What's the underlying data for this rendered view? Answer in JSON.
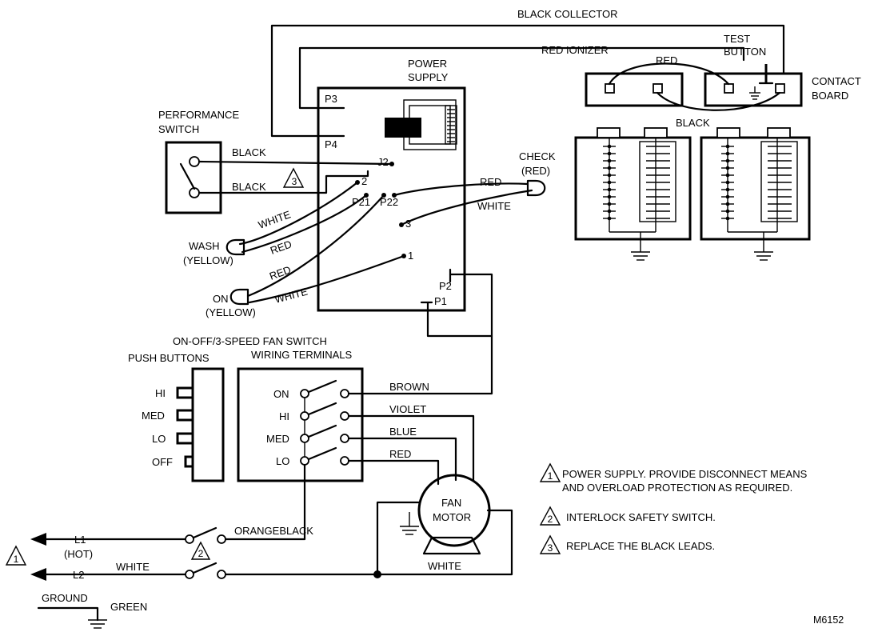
{
  "labels": {
    "black_collector": "BLACK COLLECTOR",
    "red_ionizer": "RED IONIZER",
    "red_top": "RED",
    "test_button_1": "TEST",
    "test_button_2": "BUTTON",
    "contact_1": "CONTACT",
    "contact_2": "BOARD",
    "black_board": "BLACK",
    "power_supply_1": "POWER",
    "power_supply_2": "SUPPLY",
    "p3": "P3",
    "p4": "P4",
    "j2": "J2",
    "t2": "2",
    "p21": "P21",
    "p22": "P22",
    "t3": "3",
    "t1": "1",
    "p2": "P2",
    "p1": "P1",
    "performance_1": "PERFORMANCE",
    "performance_2": "SWITCH",
    "black_1": "BLACK",
    "black_2": "BLACK",
    "white_wash": "WHITE",
    "red_wash": "RED",
    "wash_1": "WASH",
    "wash_2": "(YELLOW)",
    "red_on": "RED",
    "white_on": "WHITE",
    "on_1": "ON",
    "on_2": "(YELLOW)",
    "check_1": "CHECK",
    "check_2": "(RED)",
    "red_check": "RED",
    "white_check": "WHITE",
    "fan_switch_title": "ON-OFF/3-SPEED FAN SWITCH",
    "push_buttons": "PUSH BUTTONS",
    "wiring_terminals": "WIRING TERMINALS",
    "hi": "HI",
    "med": "MED",
    "lo": "LO",
    "off": "OFF",
    "term_on": "ON",
    "term_hi": "HI",
    "term_med": "MED",
    "term_lo": "LO",
    "brown": "BROWN",
    "violet": "VIOLET",
    "blue": "BLUE",
    "red_lo": "RED",
    "fan_motor_1": "FAN",
    "fan_motor_2": "MOTOR",
    "white_motor": "WHITE",
    "l1": "L1",
    "hot": "(HOT)",
    "l2": "L2",
    "white_l2": "WHITE",
    "orangeblack": "ORANGEBLACK",
    "ground": "GROUND",
    "green": "GREEN",
    "note_1_line_1": "POWER SUPPLY.  PROVIDE DISCONNECT MEANS",
    "note_1_line_2": "AND OVERLOAD PROTECTION AS REQUIRED.",
    "note_2": "INTERLOCK SAFETY SWITCH.",
    "note_3": "REPLACE THE BLACK LEADS.",
    "tri_1": "1",
    "tri_2": "2",
    "tri_3": "3",
    "part_no": "M6152"
  }
}
